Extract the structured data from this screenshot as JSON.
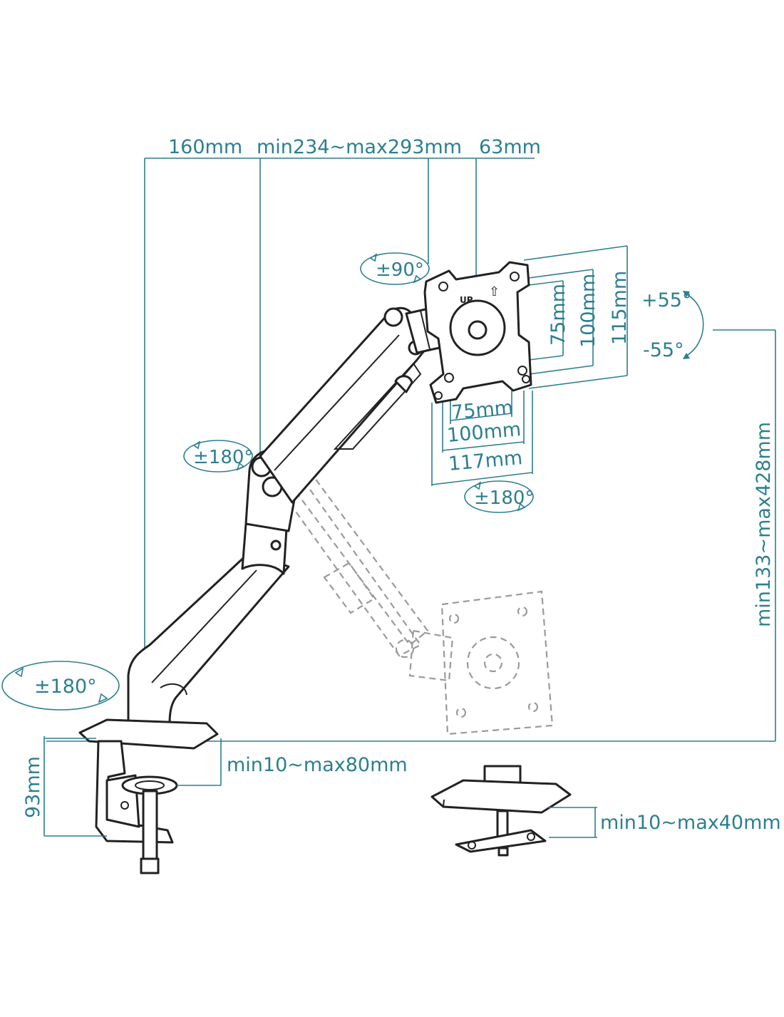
{
  "dimensions": {
    "arm_base_offset": "160mm",
    "arm_reach": "min234~max293mm",
    "vesa_offset": "63mm",
    "vesa_width_75": "75mm",
    "vesa_width_100": "100mm",
    "vesa_width_117": "117mm",
    "vesa_height_75": "75mm",
    "vesa_height_100": "100mm",
    "vesa_height_115": "115mm",
    "height_range": "min133~max428mm",
    "clamp_height": "93mm",
    "clamp_range": "min10~max80mm",
    "grommet_range": "min10~max40mm"
  },
  "rotations": {
    "head_swivel": "±90°",
    "elbow_swivel": "±180°",
    "base_swivel": "±180°",
    "panel_rotation": "±180°",
    "tilt_up": "+55°",
    "tilt_down": "-55°"
  },
  "plate_marks": {
    "up_text": "UP",
    "up_arrow": "⇧"
  },
  "colors": {
    "dimension": "#2c7f8f",
    "line_art": "#222222",
    "ghost": "#9a9a9a"
  }
}
